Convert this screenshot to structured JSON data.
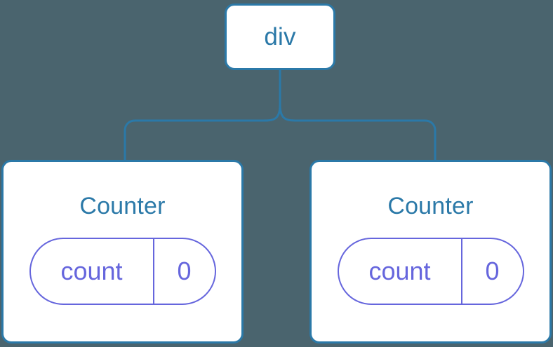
{
  "diagram": {
    "type": "component-tree",
    "background_color": "#4a646e",
    "node_border_color": "#2b79a8",
    "node_text_color": "#2b79a8",
    "node_fill_color": "#ffffff",
    "connector_color": "#2b79a8",
    "state_accent_color": "#6666dd"
  },
  "root": {
    "label": "div"
  },
  "children": [
    {
      "title": "Counter",
      "state": {
        "key": "count",
        "value": "0"
      }
    },
    {
      "title": "Counter",
      "state": {
        "key": "count",
        "value": "0"
      }
    }
  ]
}
